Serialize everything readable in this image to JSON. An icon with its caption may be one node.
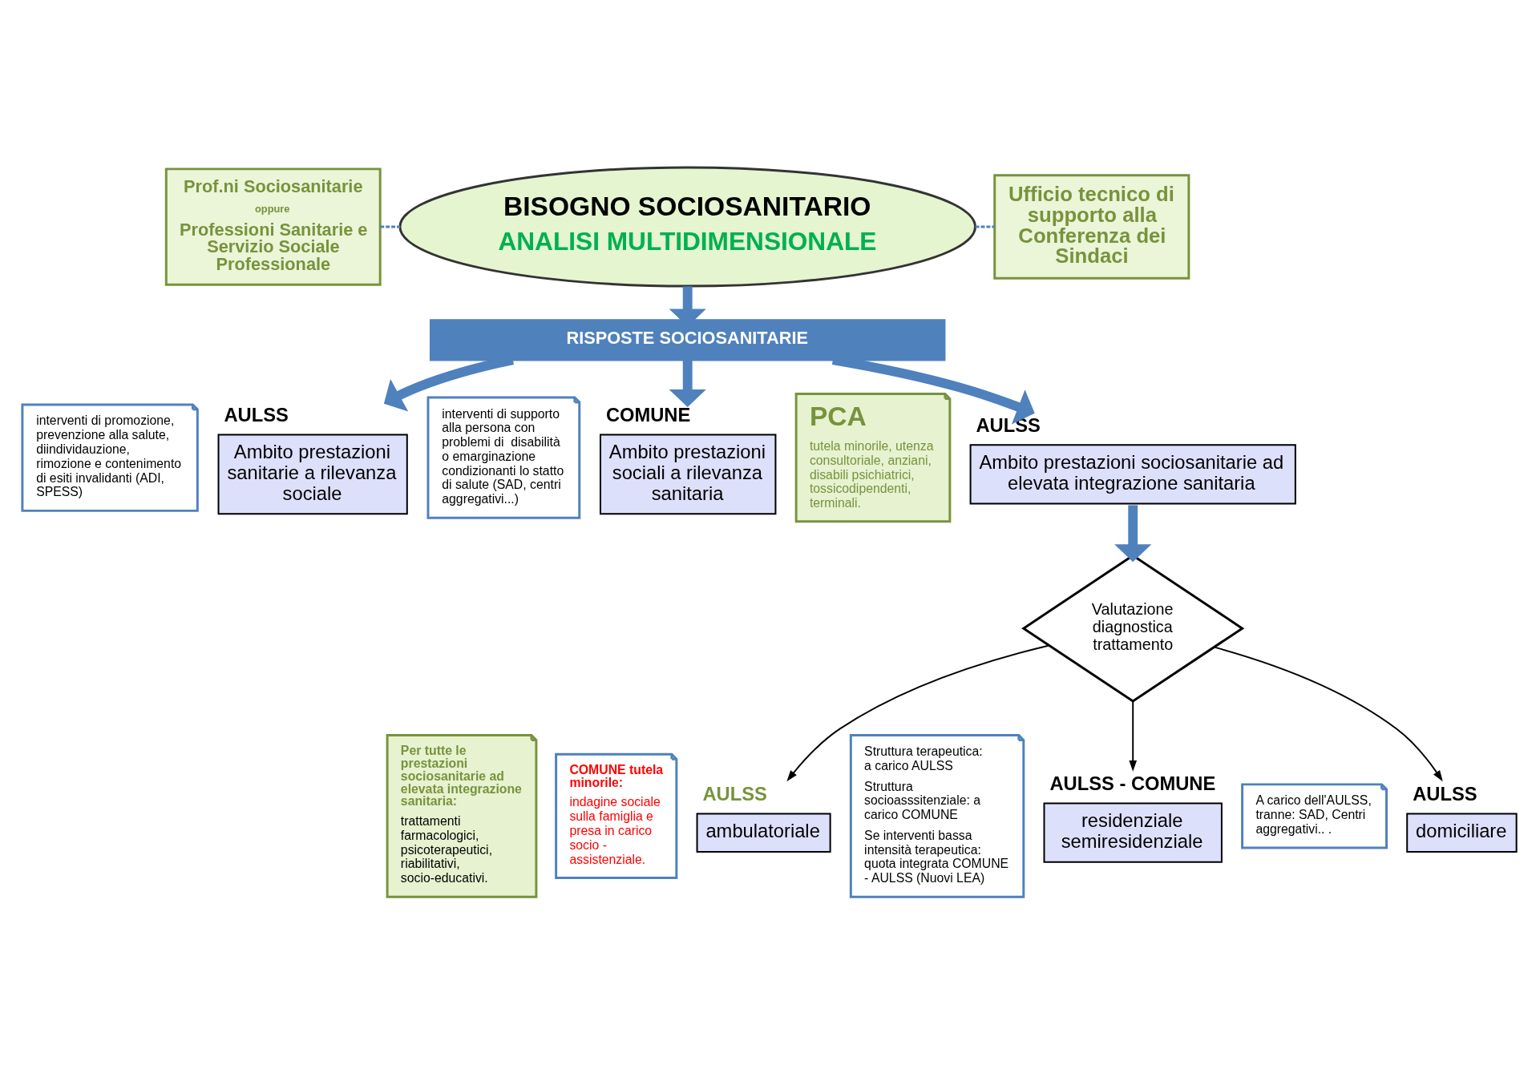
{
  "diagram": {
    "nodes": [
      {
        "text": [
          "Prof.ni Sociosanitarie",
          "oppure",
          "Professioni Sanitarie e Servizio Sociale Professionale"
        ]
      },
      {
        "text": [
          "BISOGNO SOCIOSANITARIO",
          "ANALISI MULTIDIMENSIONALE"
        ]
      },
      {
        "text": [
          "Ufficio tecnico di supporto alla Conferenza dei Sindaci"
        ]
      },
      {
        "text": [
          "AULSS",
          "Ambito prestazioni sanitarie a rilevanza sociale"
        ]
      },
      {
        "text": [
          "interventi di promozione, prevenzione alla salute, diindividauzione, rimozione e contenimento di esiti invalidanti (ADI, SPESS)"
        ]
      },
      {
        "text": [
          "RISPOSTE SOCIOSANITARIE"
        ]
      },
      {
        "text": [
          "COMUNE",
          "Ambito prestazioni sociali a rilevanza sanitaria"
        ]
      },
      {
        "text": [
          "interventi di supporto alla persona con problemi di  disabilità o emarginazione condizionanti lo statto di salute (SAD, centri aggregativi...)"
        ]
      },
      {
        "text": [
          "AULSS",
          "Ambito prestazioni sociosanitarie ad elevata integrazione sanitaria"
        ]
      },
      {
        "text": [
          "PCA",
          "tutela minorile, utenza consultoriale, anziani, disabili psichiatrici, tossicodipendenti, terminali."
        ]
      },
      {
        "text": [
          "Valutazione diagnostica trattamento"
        ]
      },
      {
        "text": [
          "AULSS",
          "ambulatoriale"
        ]
      },
      {
        "text": [
          "COMUNE tutela minorile:",
          "indagine sociale sulla famiglia e presa in carico socio - assistenziale."
        ]
      },
      {
        "text": [
          "Per tutte le prestazioni sociosanitarie ad elevata integrazione sanitaria:",
          "trattamenti farmacologici, psicoterapeutici, riabilitativi, socio-educativi."
        ]
      },
      {
        "text": [
          "AULSS - COMUNE",
          "residenziale semiresidenziale"
        ]
      },
      {
        "text": [
          "Struttura terapeutica: a carico AULSS",
          "Struttura socioasssitenziale: a carico COMUNE",
          "Se interventi bassa intensità terapeutica: quota integrata COMUNE - AULSS (Nuovi LEA)"
        ]
      },
      {
        "text": [
          "AULSS",
          "domiciliare"
        ]
      },
      {
        "text": [
          "A carico dell'AULSS, tranne: SAD, Centri aggregativi.. ."
        ]
      }
    ],
    "edges": [
      {
        "from": 0,
        "to": 1,
        "arrow": "none",
        "style": "dashed"
      },
      {
        "from": 1,
        "to": 2,
        "arrow": "none",
        "style": "dashed"
      },
      {
        "from": 1,
        "to": 5,
        "arrow": "to",
        "style": "thick"
      },
      {
        "from": 5,
        "to": 3,
        "arrow": "to",
        "style": "thick"
      },
      {
        "from": 5,
        "to": 6,
        "arrow": "to",
        "style": "thick"
      },
      {
        "from": 5,
        "to": 8,
        "arrow": "to",
        "style": "thick"
      },
      {
        "from": 8,
        "to": 10,
        "arrow": "to",
        "style": "thick"
      },
      {
        "from": 10,
        "to": 11,
        "arrow": "to",
        "color": "#000000"
      },
      {
        "from": 10,
        "to": 14,
        "arrow": "to",
        "color": "#000000"
      },
      {
        "from": 10,
        "to": 16,
        "arrow": "to",
        "color": "#000000"
      }
    ]
  }
}
